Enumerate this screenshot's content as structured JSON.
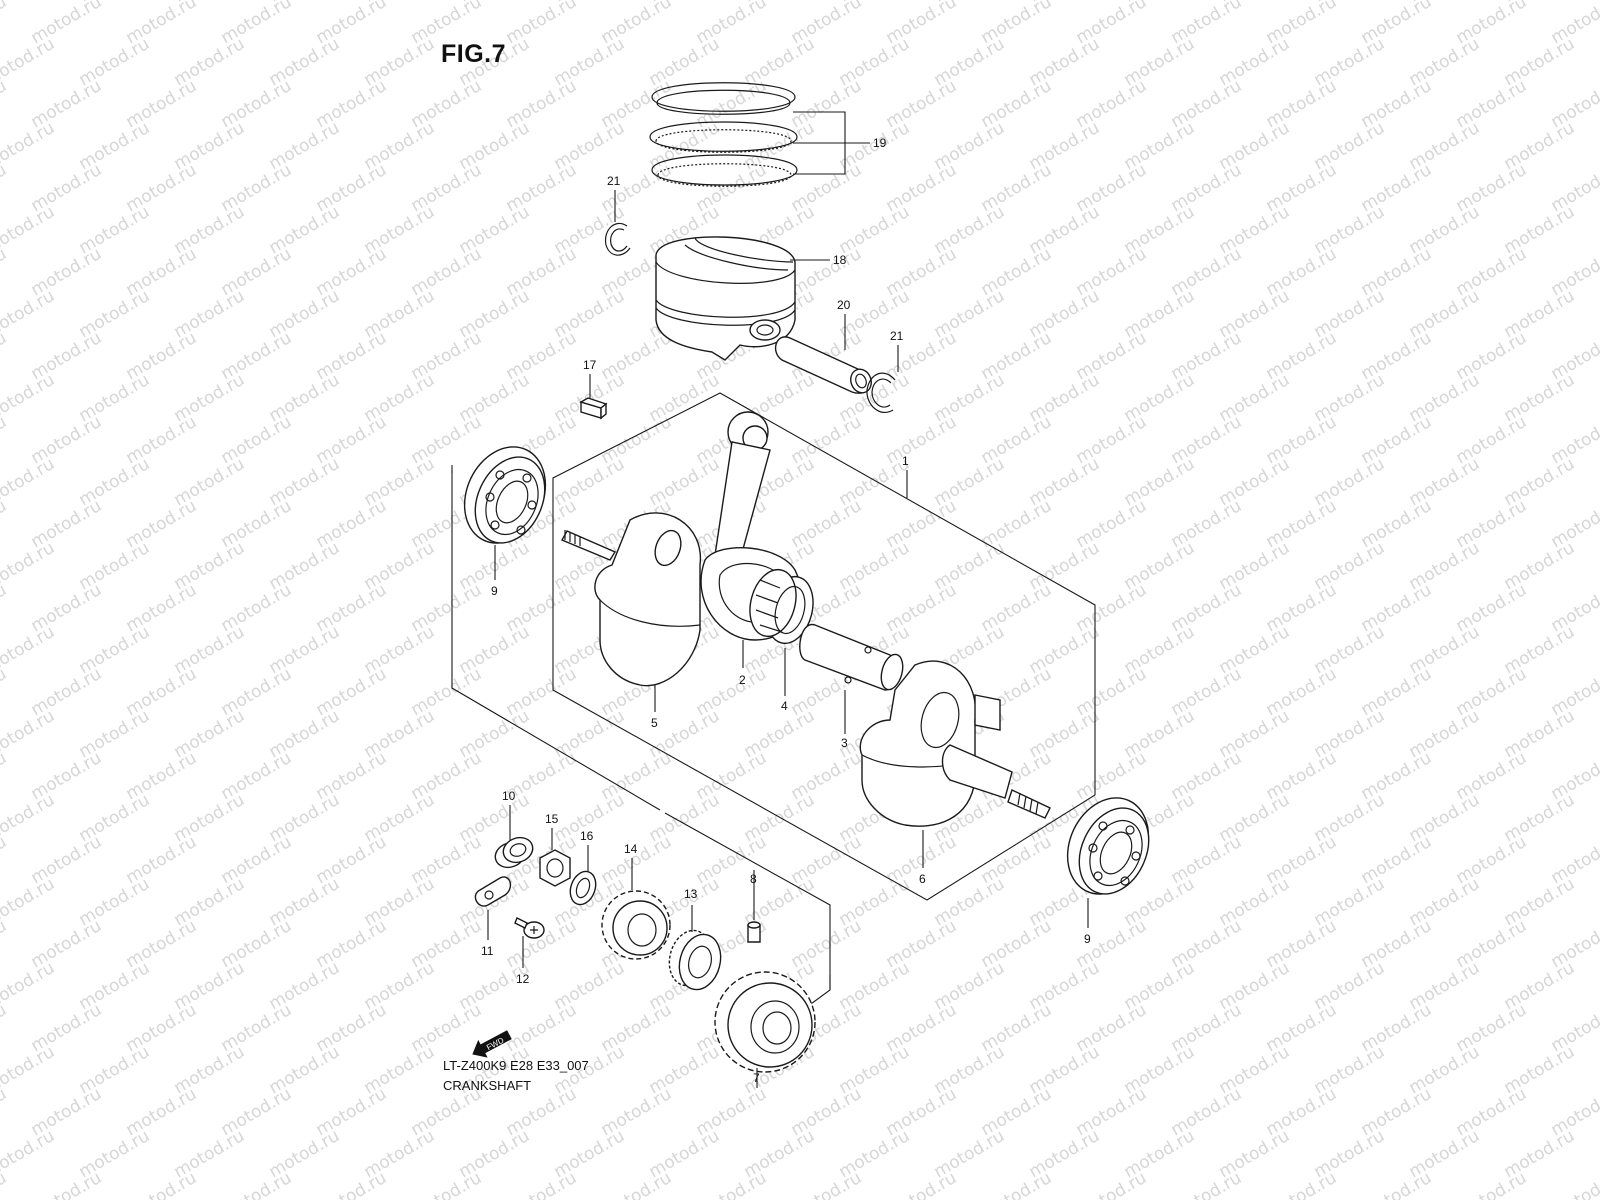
{
  "figure_title": "FIG.7",
  "diagram_code": "LT-Z400K9 E28 E33_007",
  "caption": "CRANKSHAFT",
  "watermark": "motod.ru",
  "fwd_label": "FWD",
  "callouts": {
    "c1": "1",
    "c2": "2",
    "c3": "3",
    "c4": "4",
    "c5": "5",
    "c6": "6",
    "c7": "7",
    "c8": "8",
    "c9a": "9",
    "c9b": "9",
    "c10": "10",
    "c11": "11",
    "c12": "12",
    "c13": "13",
    "c14": "14",
    "c15": "15",
    "c16": "16",
    "c17": "17",
    "c18": "18",
    "c19": "19",
    "c20": "20",
    "c21a": "21",
    "c21b": "21"
  }
}
